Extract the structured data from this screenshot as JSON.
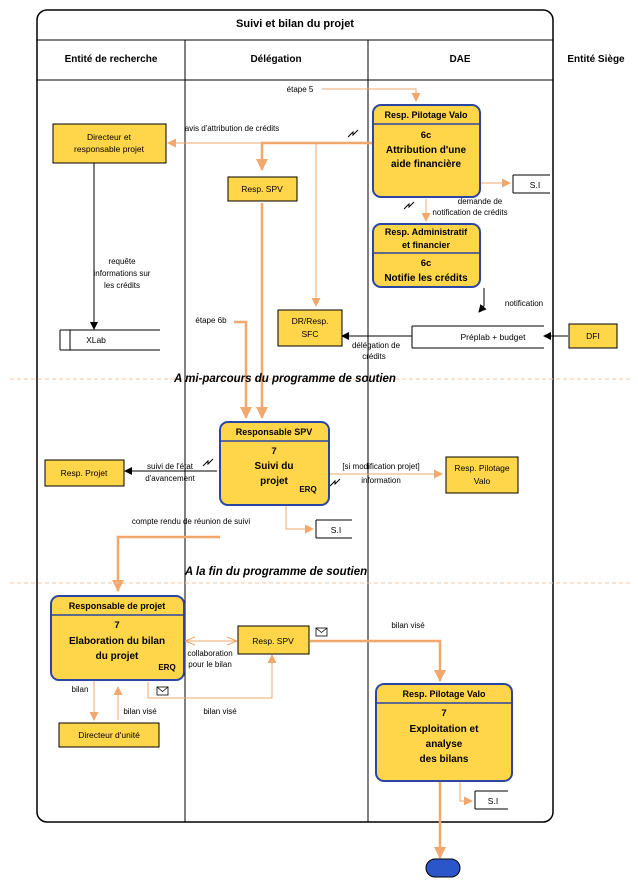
{
  "title": "Suivi et bilan du projet",
  "lanes": {
    "recherche": "Entité de recherche",
    "delegation": "Délégation",
    "dae": "DAE",
    "siege": "Entité Siège"
  },
  "separators": {
    "mi_parcours": "A mi-parcours du programme de soutien",
    "fin": "A la fin du programme de soutien"
  },
  "boxes": {
    "directeur_projet": [
      "Directeur et",
      "responsable projet"
    ],
    "resp_spv_top": "Resp. SPV",
    "pilotage_top": {
      "header": "Resp. Pilotage Valo",
      "num": "6c",
      "lines": [
        "Attribution d'une",
        "aide financière"
      ]
    },
    "admin_fin": {
      "header": [
        "Resp. Administratif",
        "et financier"
      ],
      "num": "6c",
      "lines": [
        "Notifie les crédits"
      ]
    },
    "si_1": "S.I",
    "xlab": "XLab",
    "dr_sfc": [
      "DR/Resp.",
      "SFC"
    ],
    "preplab": "Préplab + budget",
    "dfi": "DFI",
    "responsable_spv": {
      "header": "Responsable SPV",
      "num": "7",
      "lines": [
        "Suivi du",
        "projet"
      ],
      "tag": "ERQ"
    },
    "resp_projet": "Resp. Projet",
    "pilotage_mid": [
      "Resp. Pilotage",
      "Valo"
    ],
    "si_2": "S.I",
    "responsable_projet": {
      "header": "Responsable de projet",
      "num": "7",
      "lines": [
        "Elaboration du bilan",
        "du projet"
      ],
      "tag": "ERQ"
    },
    "resp_spv_bottom": "Resp. SPV",
    "directeur_unite": "Directeur d'unité",
    "pilotage_bottom": {
      "header": "Resp. Pilotage Valo",
      "num": "7",
      "lines": [
        "Exploitation et",
        "analyse",
        "des bilans"
      ]
    },
    "si_3": "S.I"
  },
  "labels": {
    "etape5": "étape 5",
    "avis": "avis d'attribution de crédits",
    "demande": [
      "demande de",
      "notification de crédits"
    ],
    "requete": [
      "requête",
      "informations sur",
      "les crédits"
    ],
    "etape6b": "étape 6b",
    "notification": "notification",
    "delegation": [
      "délégation de",
      "crédits"
    ],
    "suivi_etat": [
      "suivi de l'état",
      "d'avancement"
    ],
    "si_modif": [
      "[si modification projet]",
      "information"
    ],
    "compte_rendu": "compte rendu de réunion de suivi",
    "collaboration": [
      "collaboration",
      "pour le bilan"
    ],
    "bilan_vise_top": "bilan visé",
    "bilan": "bilan",
    "bilan_vise_left": "bilan visé",
    "bilan_vise_mid": "bilan visé"
  },
  "colors": {
    "box_fill": "#ffd54a",
    "box_border_blue": "#2b46a0",
    "flow_orange": "#f2a86c",
    "terminal": "#2b56c9"
  }
}
